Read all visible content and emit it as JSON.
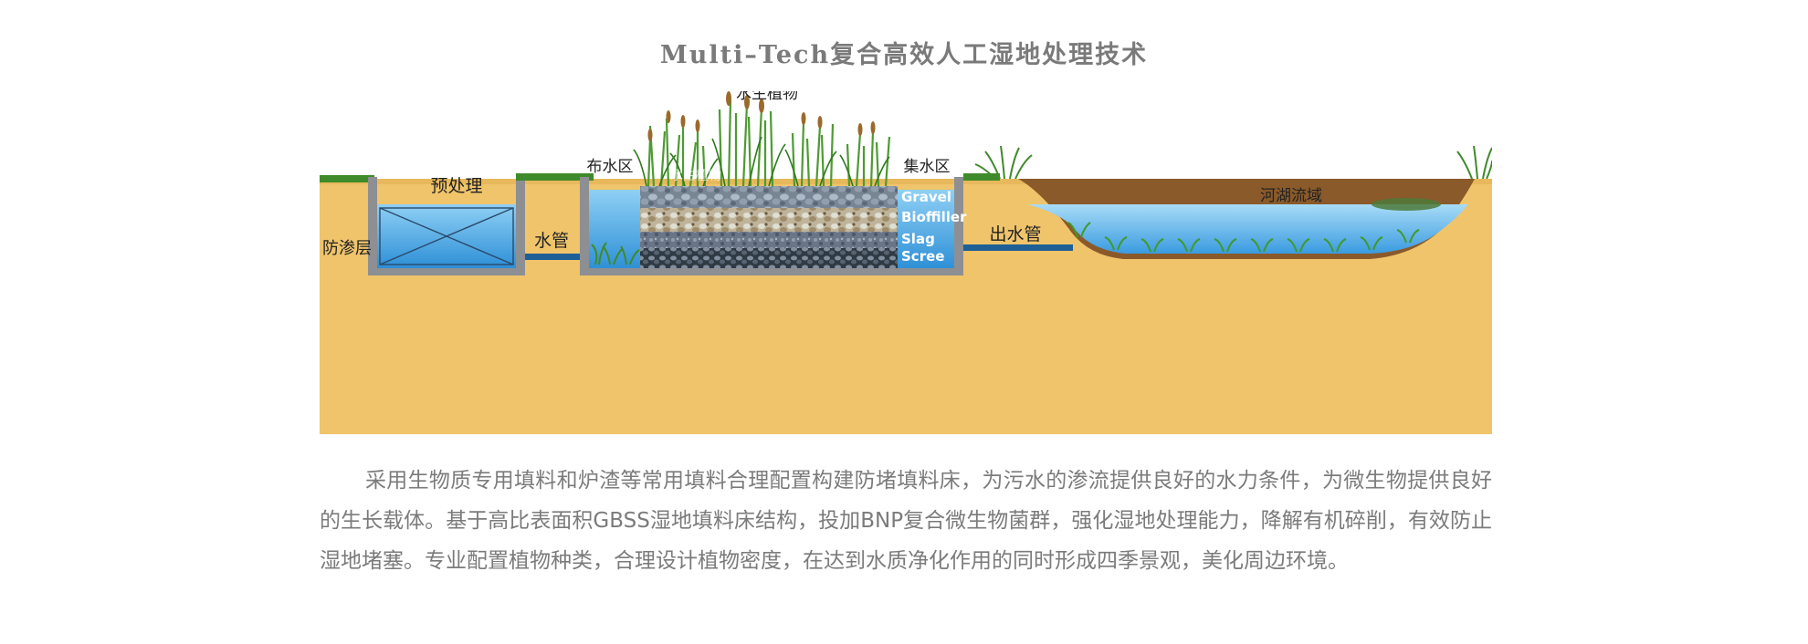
{
  "title": "Multi–Tech复合高效人工湿地处理技术",
  "diagram": {
    "labels": {
      "aquatic_plants": "水生植物",
      "aquatic_plants_overlay": "水生植物",
      "pretreatment": "预处理",
      "distribution_zone": "布水区",
      "collection_zone": "集水区",
      "seepage_layer": "防渗层",
      "water_pipe": "水管",
      "outlet_pipe": "出水管",
      "river_lake_basin": "河湖流域"
    },
    "layers": [
      "Gravel",
      "Bioffiller",
      "Slag",
      "Scree"
    ],
    "colors": {
      "soil": "#efc46b",
      "water": "#4aa6e2",
      "pipe": "#1e5f96",
      "grass": "#3f8a2a"
    }
  },
  "description": "采用生物质专用填料和炉渣等常用填料合理配置构建防堵填料床，为污水的渗流提供良好的水力条件，为微生物提供良好的生长载体。基于高比表面积GBSS湿地填料床结构，投加BNP复合微生物菌群，强化湿地处理能力，降解有机碎削，有效防止湿地堵塞。专业配置植物种类，合理设计植物密度，在达到水质净化作用的同时形成四季景观，美化周边环境。"
}
